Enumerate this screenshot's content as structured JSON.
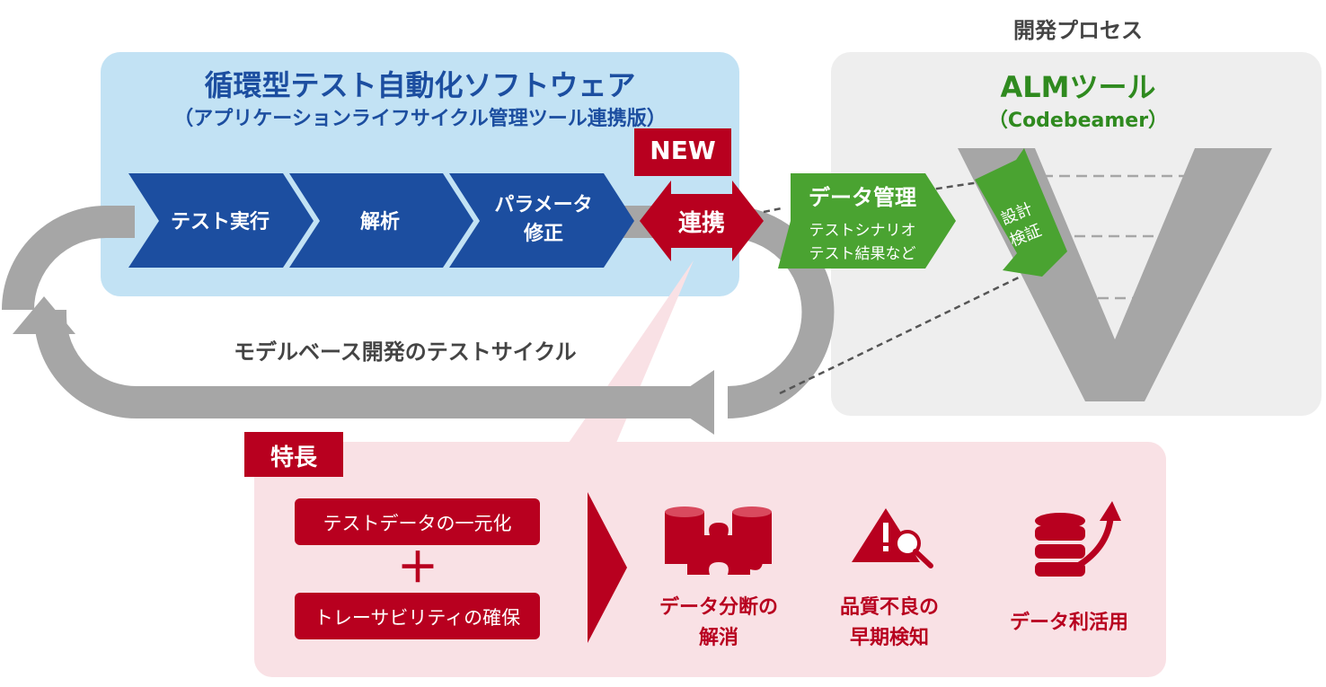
{
  "software_panel": {
    "title": "循環型テスト自動化ソフトウェア",
    "subtitle": "（アプリケーションライフサイクル管理ツール連携版）",
    "steps": [
      {
        "label": "テスト実行"
      },
      {
        "label": "解析"
      },
      {
        "label": "パラメータ修正"
      }
    ],
    "link_label": "連携",
    "new_badge": "NEW"
  },
  "cycle_label": "モデルベース開発のテストサイクル",
  "dev_process": {
    "header": "開発プロセス",
    "tool_name": "ALMツール",
    "tool_product": "（Codebeamer）",
    "data_mgmt": {
      "title": "データ管理",
      "line1": "テストシナリオ",
      "line2": "テスト結果など"
    },
    "design_verify": {
      "line1": "設計",
      "line2": "検証"
    }
  },
  "features": {
    "badge": "特長",
    "items": [
      {
        "label": "テストデータの一元化"
      },
      {
        "label": "トレーサビリティの確保"
      }
    ],
    "plus": "＋",
    "benefits": [
      {
        "line1": "データ分断の",
        "line2": "解消",
        "icon": "puzzle-icon"
      },
      {
        "line1": "品質不良の",
        "line2": "早期検知",
        "icon": "warning-search-icon"
      },
      {
        "line1": "データ利活用",
        "line2": "",
        "icon": "database-growth-icon"
      }
    ]
  },
  "colors": {
    "blue_panel": "#c2e2f4",
    "blue_step": "#1c4ea0",
    "red": "#b8001f",
    "green": "#4aa331",
    "gray": "#a6a6a6",
    "gray_panel": "#eeeeee",
    "pink_panel": "#f9e1e5",
    "title_blue": "#1c4ea0",
    "title_green": "#2f8a1f"
  }
}
